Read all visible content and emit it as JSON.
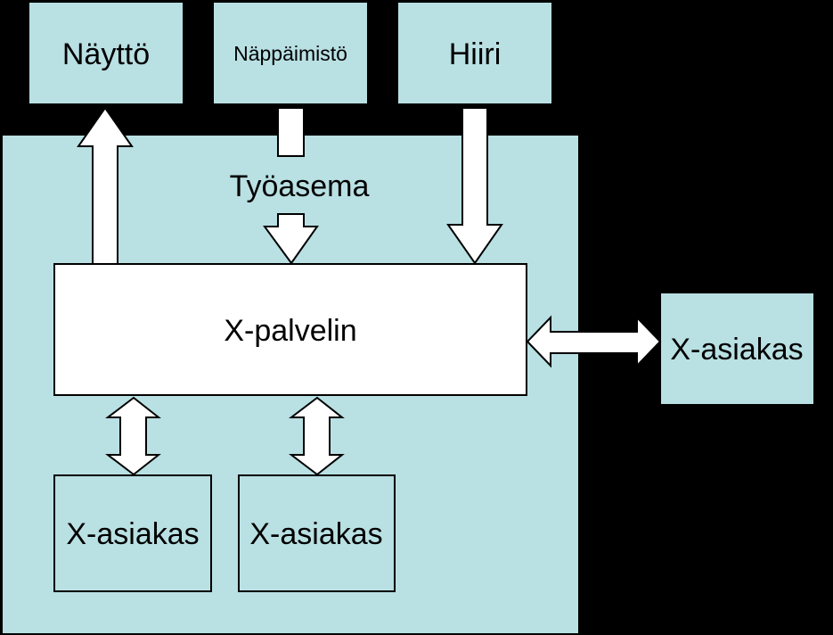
{
  "diagram": {
    "devices": {
      "display": "Näyttö",
      "keyboard": "Näppäimistö",
      "mouse": "Hiiri"
    },
    "workstation": "Työasema",
    "server": "X-palvelin",
    "local_clients": [
      "X-asiakas",
      "X-asiakas"
    ],
    "remote_client": "X-asiakas"
  },
  "colors": {
    "background": "#000000",
    "box_fill": "#b9e0e3",
    "server_fill": "#ffffff",
    "stroke": "#000000"
  }
}
